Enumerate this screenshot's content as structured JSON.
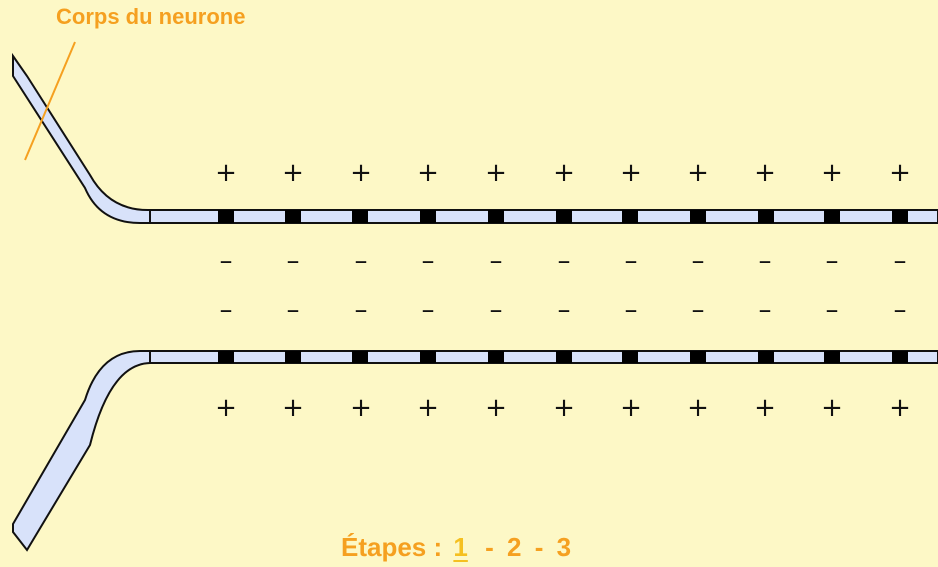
{
  "labels": {
    "neuron_body": "Corps du neurone"
  },
  "charges": {
    "outer": "+",
    "inner": "–"
  },
  "steps": {
    "prefix": "Étapes : ",
    "items": [
      "1",
      "2",
      "3"
    ],
    "separator": "-",
    "active": "1"
  },
  "colors": {
    "background": "#fdf8c6",
    "membrane_fill": "#d8e2fa",
    "membrane_stroke": "#111111",
    "node": "#000000",
    "accent": "#f5a020"
  }
}
